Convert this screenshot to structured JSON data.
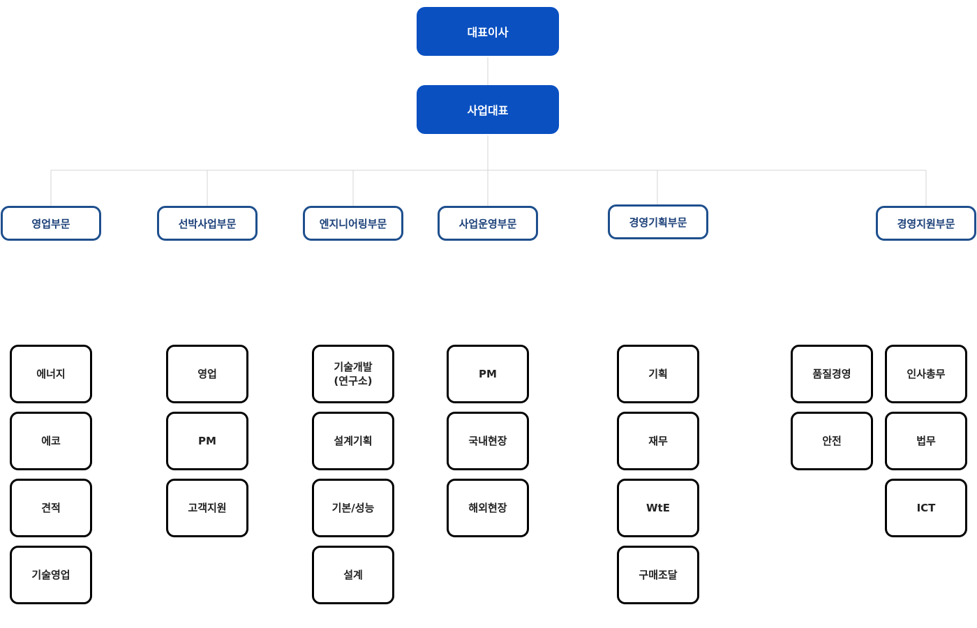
{
  "ceo": {
    "label": "대표이사"
  },
  "business_rep": {
    "label": "사업대표"
  },
  "divisions": [
    {
      "label": "영업부문",
      "teams": [
        "에너지",
        "에코",
        "견적",
        "기술영업"
      ]
    },
    {
      "label": "선박사업부문",
      "teams": [
        "영업",
        "PM",
        "고객지원"
      ]
    },
    {
      "label": "엔지니어링부문",
      "teams": [
        "기술개발\n(연구소)",
        "설계기획",
        "기본/성능",
        "설계"
      ]
    },
    {
      "label": "사업운영부문",
      "teams": [
        "PM",
        "국내현장",
        "해외현장"
      ]
    },
    {
      "label": "경영기획부문",
      "teams": [
        "기획",
        "재무",
        "WtE",
        "구매조달"
      ]
    },
    {
      "label": "경영지원부문",
      "teams": [
        "품질경영",
        "안전",
        "인사총무",
        "법무",
        "ICT"
      ]
    }
  ],
  "colors": {
    "executive_fill": "#0a50c1",
    "division_border": "#1e4f8d",
    "team_border": "#000000",
    "connector": "#d5d5d5"
  }
}
